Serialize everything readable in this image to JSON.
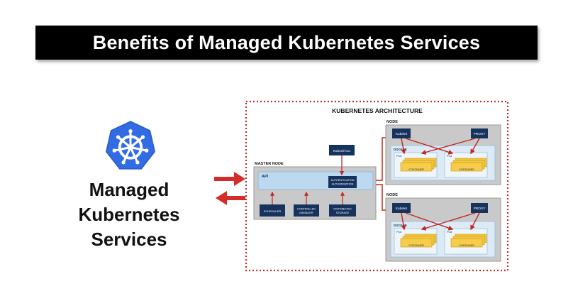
{
  "title": "Benefits of Managed Kubernetes Services",
  "left_labels": [
    "Managed",
    "Kubernetes",
    "Services"
  ],
  "logo_icon": "kubernetes-helm-icon",
  "colors": {
    "title_bg": "#000000",
    "arrow_red": "#d42b2b",
    "logo_blue": "#326ce5",
    "box_navy": "#16335e"
  },
  "architecture": {
    "title": "KUBERNETES ARCHITECTURE",
    "master": {
      "label": "MASTER NODE",
      "api": "API",
      "auth": [
        "AUTHENTICATION",
        "AUTHORIZATION"
      ],
      "kubectl": "Kubectl CLI",
      "scheduler": "SCHEDULER",
      "controller": [
        "CONTROLLER",
        "MANAGER"
      ],
      "storage": [
        "DISTRIBUTED",
        "STORAGE"
      ]
    },
    "nodes": [
      {
        "label": "NODE",
        "kubelet": "Kubelet",
        "proxy": "PROXY",
        "docker": "DOCKER",
        "pod": "Pod",
        "container": "CONTAINER"
      },
      {
        "label": "NODE",
        "kubelet": "Kubelet",
        "proxy": "PROXY",
        "docker": "DOCKER",
        "pod": "Pod",
        "container": "CONTAINER"
      }
    ]
  }
}
